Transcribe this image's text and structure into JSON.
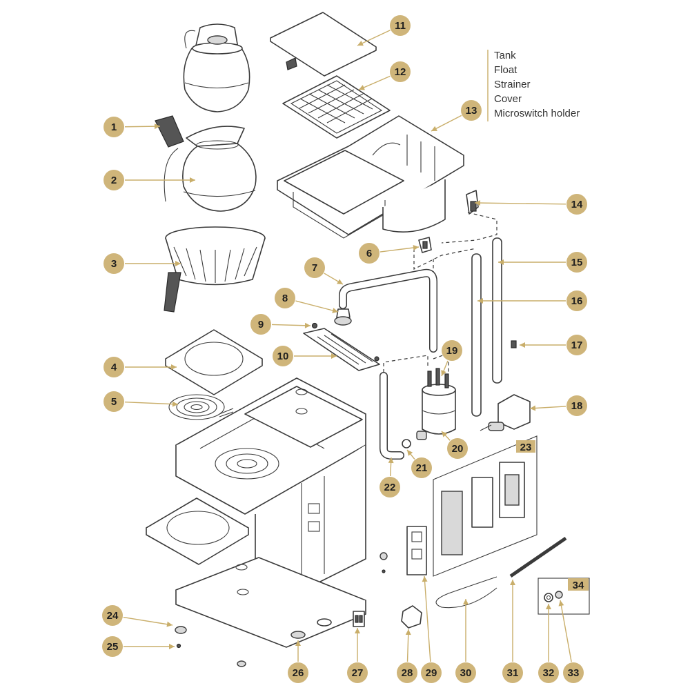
{
  "legend": {
    "items": [
      "Tank",
      "Float",
      "Strainer",
      "Cover",
      "Microswitch holder"
    ],
    "accent_color": "#cfb57a"
  },
  "callouts": [
    {
      "id": "1"
    },
    {
      "id": "2"
    },
    {
      "id": "3"
    },
    {
      "id": "4"
    },
    {
      "id": "5"
    },
    {
      "id": "6"
    },
    {
      "id": "7"
    },
    {
      "id": "8"
    },
    {
      "id": "9"
    },
    {
      "id": "10"
    },
    {
      "id": "11"
    },
    {
      "id": "12"
    },
    {
      "id": "13"
    },
    {
      "id": "14"
    },
    {
      "id": "15"
    },
    {
      "id": "16"
    },
    {
      "id": "17"
    },
    {
      "id": "18"
    },
    {
      "id": "19"
    },
    {
      "id": "20"
    },
    {
      "id": "21"
    },
    {
      "id": "22"
    },
    {
      "id": "23"
    },
    {
      "id": "24"
    },
    {
      "id": "25"
    },
    {
      "id": "26"
    },
    {
      "id": "27"
    },
    {
      "id": "28"
    },
    {
      "id": "29"
    },
    {
      "id": "30"
    },
    {
      "id": "31"
    },
    {
      "id": "32"
    },
    {
      "id": "33"
    },
    {
      "id": "34"
    }
  ]
}
